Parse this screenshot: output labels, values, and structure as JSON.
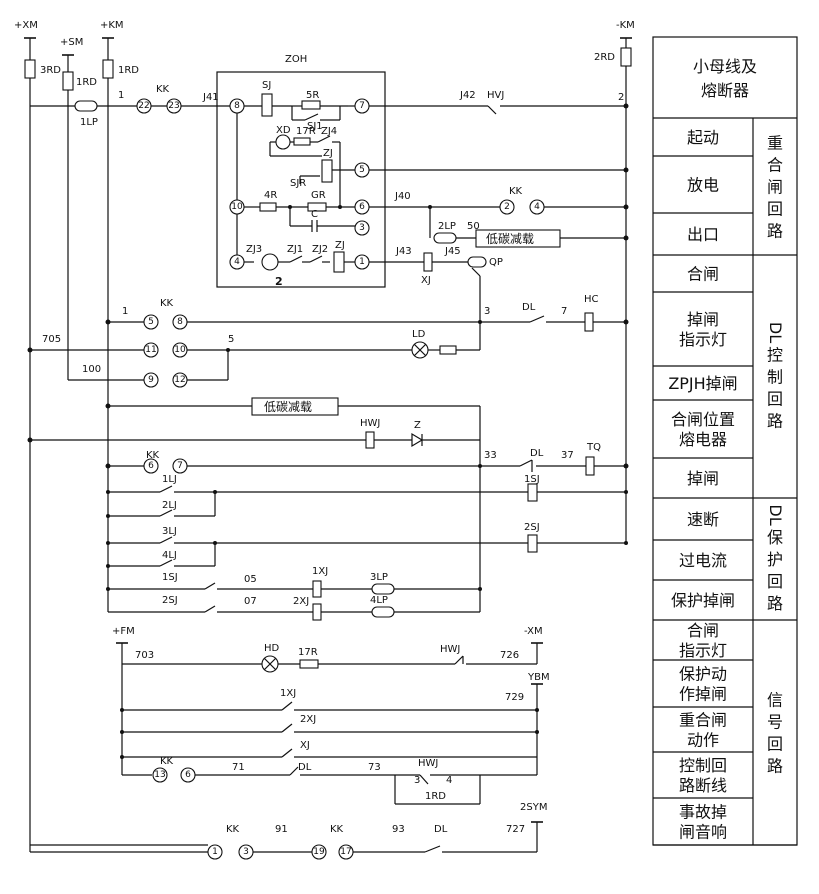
{
  "supply": {
    "xm": "+XM",
    "sm": "+SM",
    "km_pos": "+KM",
    "km_neg": "-KM",
    "fm": "+FM",
    "xm_neg": "-XM",
    "ybm": "YBM",
    "sym": "2SYM"
  },
  "fuses": {
    "f3rd": "3RD",
    "f1rd_a": "1RD",
    "f1rd_b": "1RD",
    "f2rd": "2RD"
  },
  "zoh": {
    "title": "ZOH",
    "sj": "SJ",
    "r5": "5R",
    "sj1": "SJ1",
    "xd": "XD",
    "r17": "17R",
    "zj4": "ZJ4",
    "zj": "ZJ",
    "sjr": "SJR",
    "r4": "4R",
    "gr": "GR",
    "c": "C",
    "zj3": "ZJ3",
    "zj1": "ZJ1",
    "zj2": "ZJ2",
    "zj_b": "ZJ",
    "num2": "2",
    "t8": "8",
    "t7": "7",
    "t5": "5",
    "t10": "10",
    "t6": "6",
    "t3": "3",
    "t4": "4",
    "t1": "1"
  },
  "labels": {
    "kk_top": "KK",
    "n1": "1",
    "t22": "22",
    "t23": "23",
    "lp1": "1LP",
    "j41": "J41",
    "j42": "J42",
    "hvj": "HVJ",
    "n2": "2",
    "j40": "J40",
    "kk2": "KK",
    "t2": "2",
    "t4b": "4",
    "lp2": "2LP",
    "n50": "50",
    "lowcarbon1": "低碳减载",
    "j43": "J43",
    "j45": "J45",
    "xj": "XJ",
    "qp": "QP",
    "kk3": "KK",
    "n1b": "1",
    "t5b": "5",
    "t8b": "8",
    "n3": "3",
    "dl1": "DL",
    "n7": "7",
    "hc": "HC",
    "n705": "705",
    "t11": "11",
    "t10b": "10",
    "n5": "5",
    "ld": "LD",
    "n100": "100",
    "t9": "9",
    "t12": "12",
    "lowcarbon2": "低碳减载",
    "hwj1": "HWJ",
    "z": "Z",
    "kk4": "KK",
    "t6": "6",
    "t7b": "7",
    "n33": "33",
    "dl2": "DL",
    "n37": "37",
    "tq": "TQ",
    "lj1": "1LJ",
    "sj1b": "1SJ",
    "lj2": "2LJ",
    "lj3": "3LJ",
    "sj2": "2SJ",
    "lj4": "4LJ",
    "sj1c": "1SJ",
    "n05": "05",
    "xj1": "1XJ",
    "lp3": "3LP",
    "sj2b": "2SJ",
    "n07": "07",
    "xj2": "2XJ",
    "lp4": "4LP",
    "n703": "703",
    "hd": "HD",
    "r17b": "17R",
    "hwj2": "HWJ",
    "n726": "726",
    "xj1b": "1XJ",
    "n729": "729",
    "xj2b": "2XJ",
    "xjc": "XJ",
    "kk5": "KK",
    "t13": "13",
    "t6b": "6",
    "n71": "71",
    "dl3": "DL",
    "n73": "73",
    "hwj3": "HWJ",
    "n3c": "3",
    "n4c": "4",
    "rd1c": "1RD",
    "kk6": "KK",
    "n91": "91",
    "kk7": "KK",
    "n93": "93",
    "dl4": "DL",
    "n727": "727",
    "t1c": "1",
    "t3c": "3",
    "t19": "19",
    "t17": "17"
  },
  "table": {
    "header": [
      "小母线及",
      "熔断器"
    ],
    "rows": [
      {
        "cell": [
          "起动"
        ]
      },
      {
        "cell": [
          "放电"
        ]
      },
      {
        "cell": [
          "出口"
        ]
      },
      {
        "cell": [
          "合闸"
        ]
      },
      {
        "cell": [
          "掉闸",
          "指示灯"
        ]
      },
      {
        "cell": [
          "ZPJH掉闸"
        ]
      },
      {
        "cell": [
          "合闸位置",
          "熔电器"
        ]
      },
      {
        "cell": [
          "掉闸"
        ]
      },
      {
        "cell": [
          "速断"
        ]
      },
      {
        "cell": [
          "过电流"
        ]
      },
      {
        "cell": [
          "保护掉闸"
        ]
      },
      {
        "cell": [
          "合闸",
          "指示灯"
        ]
      },
      {
        "cell": [
          "保护动",
          "作掉闸"
        ]
      },
      {
        "cell": [
          "重合闸",
          "动作"
        ]
      },
      {
        "cell": [
          "控制回",
          "路断线"
        ]
      },
      {
        "cell": [
          "事故掉",
          "闸音响"
        ]
      }
    ],
    "groups": [
      "重合闸回路",
      "DL控制回路",
      "DL保护回路",
      "信号回路"
    ]
  }
}
